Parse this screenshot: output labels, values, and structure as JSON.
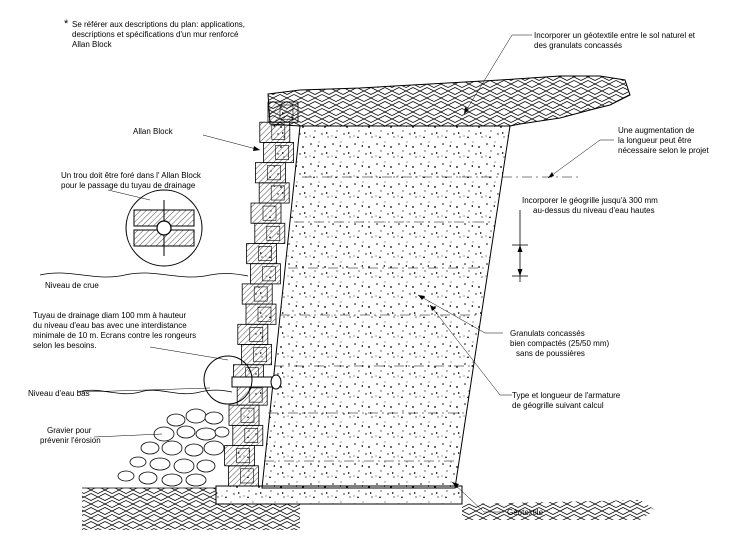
{
  "note": {
    "bullet": "*",
    "lines": [
      "Se référer aux descriptions du plan: applications,",
      "descriptions et spécifications d'un mur renforcé",
      "Allan Block"
    ]
  },
  "labels": {
    "geotextile_top": [
      "Incorporer un géotextile entre le sol naturel et",
      "des granulats concassés"
    ],
    "allan_block": [
      "Allan Block"
    ],
    "length_increase": [
      "Une augmentation de",
      "la longueur peut être",
      "nécessaire selon le projet"
    ],
    "drill_hole": [
      "Un trou doit être foré dans l' Allan Block",
      "pour le passage du tuyau de drainage"
    ],
    "geogrid_300": [
      "Incorporer le géogrille jusqu'à 300 mm",
      "au-dessus du niveau d'eau hautes"
    ],
    "flood_level": [
      "Niveau de crue"
    ],
    "drain_pipe": [
      "Tuyau de drainage diam 100 mm à hauteur",
      "du niveau d'eau bas avec une interdistance",
      "minimale de 10 m. Ecrans contre les rongeurs",
      "selon les besoins."
    ],
    "aggregate": [
      "Granulats concassés",
      "bien compactés (25/50 mm)",
      "sans de poussières"
    ],
    "low_water": [
      "Niveau d'eau bas"
    ],
    "geogrid_type": [
      "Type et longueur de l'armature",
      "de géogrille suivant calcul"
    ],
    "gravel": [
      "Gravier pour",
      "prévenir l'érosion"
    ],
    "geotextile_bottom": [
      "Géotextile"
    ]
  }
}
